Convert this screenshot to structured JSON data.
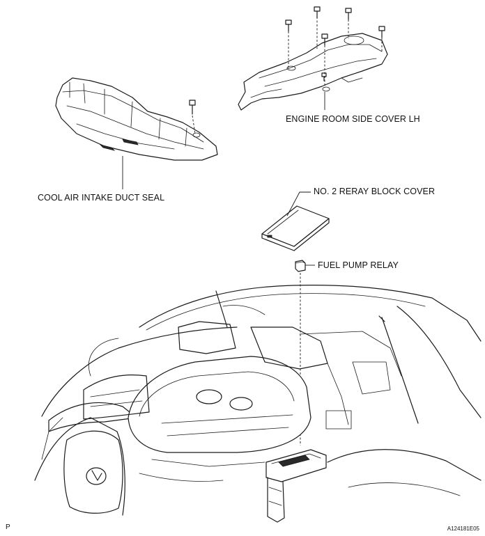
{
  "labels": {
    "engine_room_side_cover": "ENGINE ROOM SIDE COVER LH",
    "cool_air_intake_duct_seal": "COOL AIR INTAKE DUCT SEAL",
    "relay_block_cover": "NO. 2 RERAY BLOCK COVER",
    "fuel_pump_relay": "FUEL PUMP RELAY"
  },
  "footer": {
    "left_code": "P",
    "figure_id": "A124181E05"
  }
}
